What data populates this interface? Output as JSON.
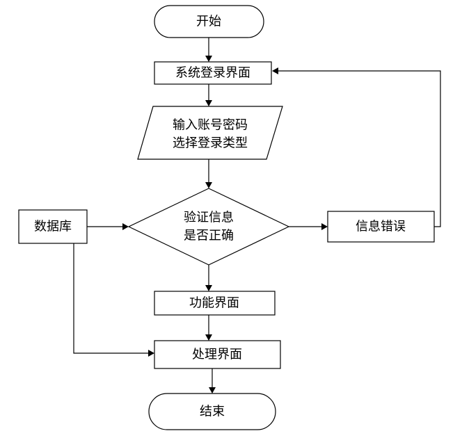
{
  "nodes": {
    "start": "开始",
    "login_ui": "系统登录界面",
    "input_line1": "输入账号密码",
    "input_line2": "选择登录类型",
    "verify_line1": "验证信息",
    "verify_line2": "是否正确",
    "database": "数据库",
    "info_error": "信息错误",
    "function_ui": "功能界面",
    "process_ui": "处理界面",
    "end": "结束"
  }
}
